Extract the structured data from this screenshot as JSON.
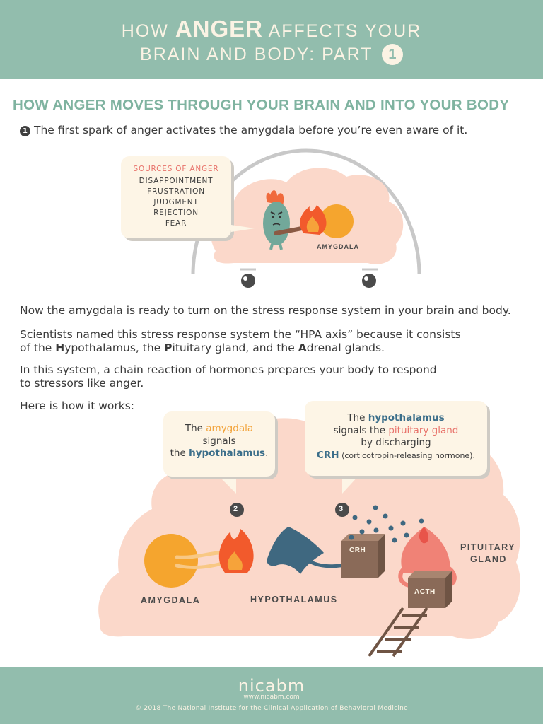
{
  "header": {
    "title_pre": "HOW",
    "title_big": "ANGER",
    "title_post": "AFFECTS YOUR",
    "title_line2": "BRAIN AND BODY: PART",
    "part_number": "1"
  },
  "subtitle": "HOW ANGER MOVES THROUGH YOUR BRAIN AND INTO YOUR BODY",
  "step1": {
    "number": "1",
    "text": "The first spark of anger activates the amygdala before you’re even aware of it."
  },
  "sources": {
    "heading": "SOURCES OF ANGER",
    "items": [
      "DISAPPOINTMENT",
      "FRUSTRATION",
      "JUDGMENT",
      "REJECTION",
      "FEAR"
    ]
  },
  "illustration1": {
    "amygdala_label": "AMYGDALA"
  },
  "paragraphs": {
    "p1": "Now the amygdala is ready to turn on the stress response system in your brain and body.",
    "p2_a": "Scientists named this stress response system the “HPA axis” because it consists",
    "p2_b_pre": "of the ",
    "p2_h": "H",
    "p2_h_rest": "ypothalamus, the ",
    "p2_p": "P",
    "p2_p_rest": "ituitary gland, and the ",
    "p2_a2": "A",
    "p2_a_rest": "drenal glands.",
    "p3_a": "In this system, a chain reaction of hormones prepares your body to respond",
    "p3_b": "to stressors like anger.",
    "p4": "Here is how it works:"
  },
  "bubble2": {
    "the": "The ",
    "amygdala": "amygdala",
    "signals": "signals",
    "the2": "the ",
    "hypothalamus": "hypothalamus",
    "period": "."
  },
  "bubble3": {
    "the": "The ",
    "hypothalamus": "hypothalamus",
    "signals_the": "signals the ",
    "pituitary": "pituitary gland",
    "by": "by discharging",
    "crh": "CRH",
    "crh_full": " (corticotropin-releasing hormone)."
  },
  "steps": {
    "two": "2",
    "three": "3"
  },
  "labels": {
    "amygdala": "AMYGDALA",
    "hypothalamus": "HYPOTHALAMUS",
    "pituitary_1": "PITUITARY",
    "pituitary_2": "GLAND",
    "crh_box": "CRH",
    "acth_box": "ACTH"
  },
  "footer": {
    "brand": "nicabm",
    "url": "www.nicabm.com",
    "copyright": "©  2018  The National Institute for the Clinical Application of Behavioral Medicine"
  },
  "colors": {
    "header_bg": "#92bdad",
    "accent_green": "#7fb3a0",
    "amygdala_orange": "#f5a52e",
    "hypothalamus_blue": "#3f6880",
    "pituitary_red": "#e8736b",
    "brain_pink": "#fbd8ca"
  }
}
